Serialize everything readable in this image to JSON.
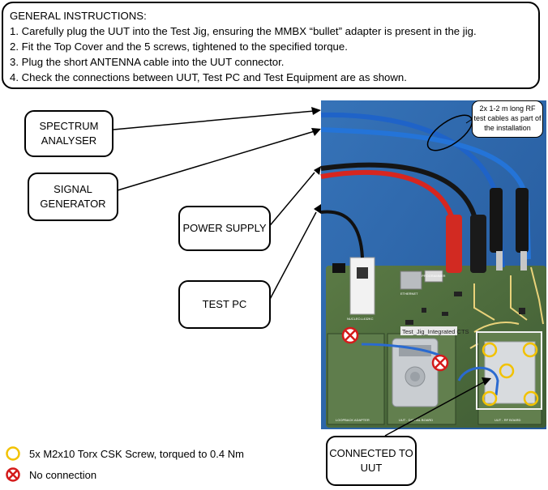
{
  "instructions": {
    "title": "GENERAL INSTRUCTIONS:",
    "steps": [
      "1. Carefully plug the UUT into the Test Jig, ensuring the MMBX “bullet” adapter is present in the jig.",
      "2. Fit the Top Cover and the 5 screws, tightened to the specified torque.",
      "3. Plug the short ANTENNA cable into the UUT connector.",
      "4. Check the connections between UUT, Test PC and Test Equipment are as shown."
    ]
  },
  "callouts": {
    "spectrum_analyser": "SPECTRUM ANALYSER",
    "signal_generator": "SIGNAL GENERATOR",
    "power_supply": "POWER SUPPLY",
    "test_pc": "TEST PC",
    "connected_to_uut": "CONNECTED TO UUT"
  },
  "photo_note": "2x 1-2 m long RF test cables as part of the installation",
  "board_labels": {
    "main": "Test_Jig_Integrated CTS",
    "loopback": "LOOPBACK ADAPTER",
    "uut_digital": "UUT - DIGITAL BOARD",
    "uut_rf": "UUT - RF BOARD",
    "mcu": "NUCLEO-L432KC",
    "ethernet": "ETHERNET",
    "programmer": "PROGRAMMER"
  },
  "legend": {
    "screw": "5x M2x10 Torx CSK Screw, torqued to 0.4 Nm",
    "no_connection": "No connection"
  },
  "colors": {
    "pcb": "#4c6b3e",
    "photo_bg": "#2f67a9",
    "rf_cable": "#2b6fd0",
    "screw_marker": "#f2c200",
    "no_connection_marker": "#d41a1a"
  }
}
